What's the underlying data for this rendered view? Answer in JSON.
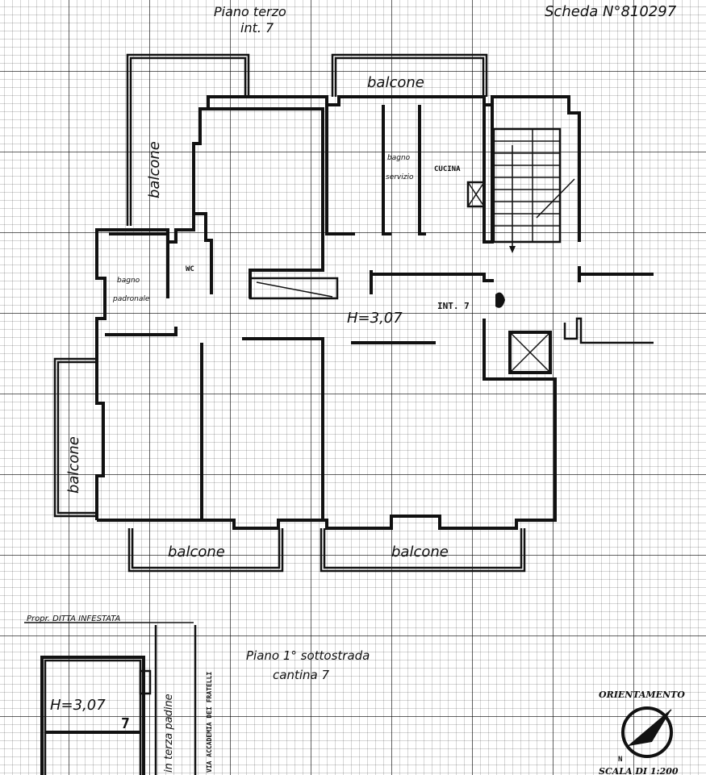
{
  "header": {
    "floor_line1": "Piano terzo",
    "floor_line2": "int. 7",
    "sheet_number": "Scheda N°810297"
  },
  "rooms": {
    "balcony_top": "balcone",
    "balcony_left_upper": "balcone",
    "balcony_left_lower": "balcone",
    "balcony_bottom_left": "balcone",
    "balcony_bottom_right": "balcone",
    "bathroom_service_line1": "bagno",
    "bathroom_service_line2": "servizio",
    "kitchen": "CUCINA",
    "wc": "WC",
    "bathroom_master_line1": "bagno",
    "bathroom_master_line2": "padronale"
  },
  "annotations": {
    "height_main": "H=3,07",
    "unit_tag": "INT. 7",
    "neighbor_property": "Propr. DITTA INFESTATA",
    "basement_line1": "Piano 1° sottostrada",
    "basement_line2": "cantina 7",
    "height_basement": "H=3,07",
    "basement_number": "7",
    "vertical_label_1": "in terza padine",
    "vertical_label_2": "VIA ACCADEMIA DEI FRATELLI"
  },
  "legend": {
    "orientation_title": "ORIENTAMENTO",
    "north_letter": "N",
    "scale": "SCALA DI 1:200"
  }
}
